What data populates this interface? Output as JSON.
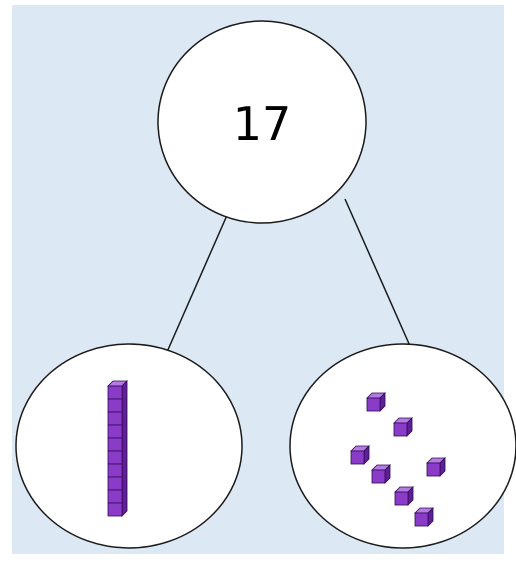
{
  "diagram": {
    "type": "number-bond",
    "whole": {
      "label": "17"
    },
    "parts": [
      {
        "name": "tens",
        "representation": "base-ten-rod",
        "count": 1,
        "units_per_rod": 10
      },
      {
        "name": "ones",
        "representation": "unit-cubes",
        "count": 7
      }
    ]
  },
  "colors": {
    "background": "#dce9f5",
    "circle_fill": "#ffffff",
    "outline": "#1a1a1a",
    "cube_front": "#8a3cc8",
    "cube_top": "#b57ae6",
    "cube_side": "#5f1f98",
    "cube_edge": "#2e0b4f"
  }
}
